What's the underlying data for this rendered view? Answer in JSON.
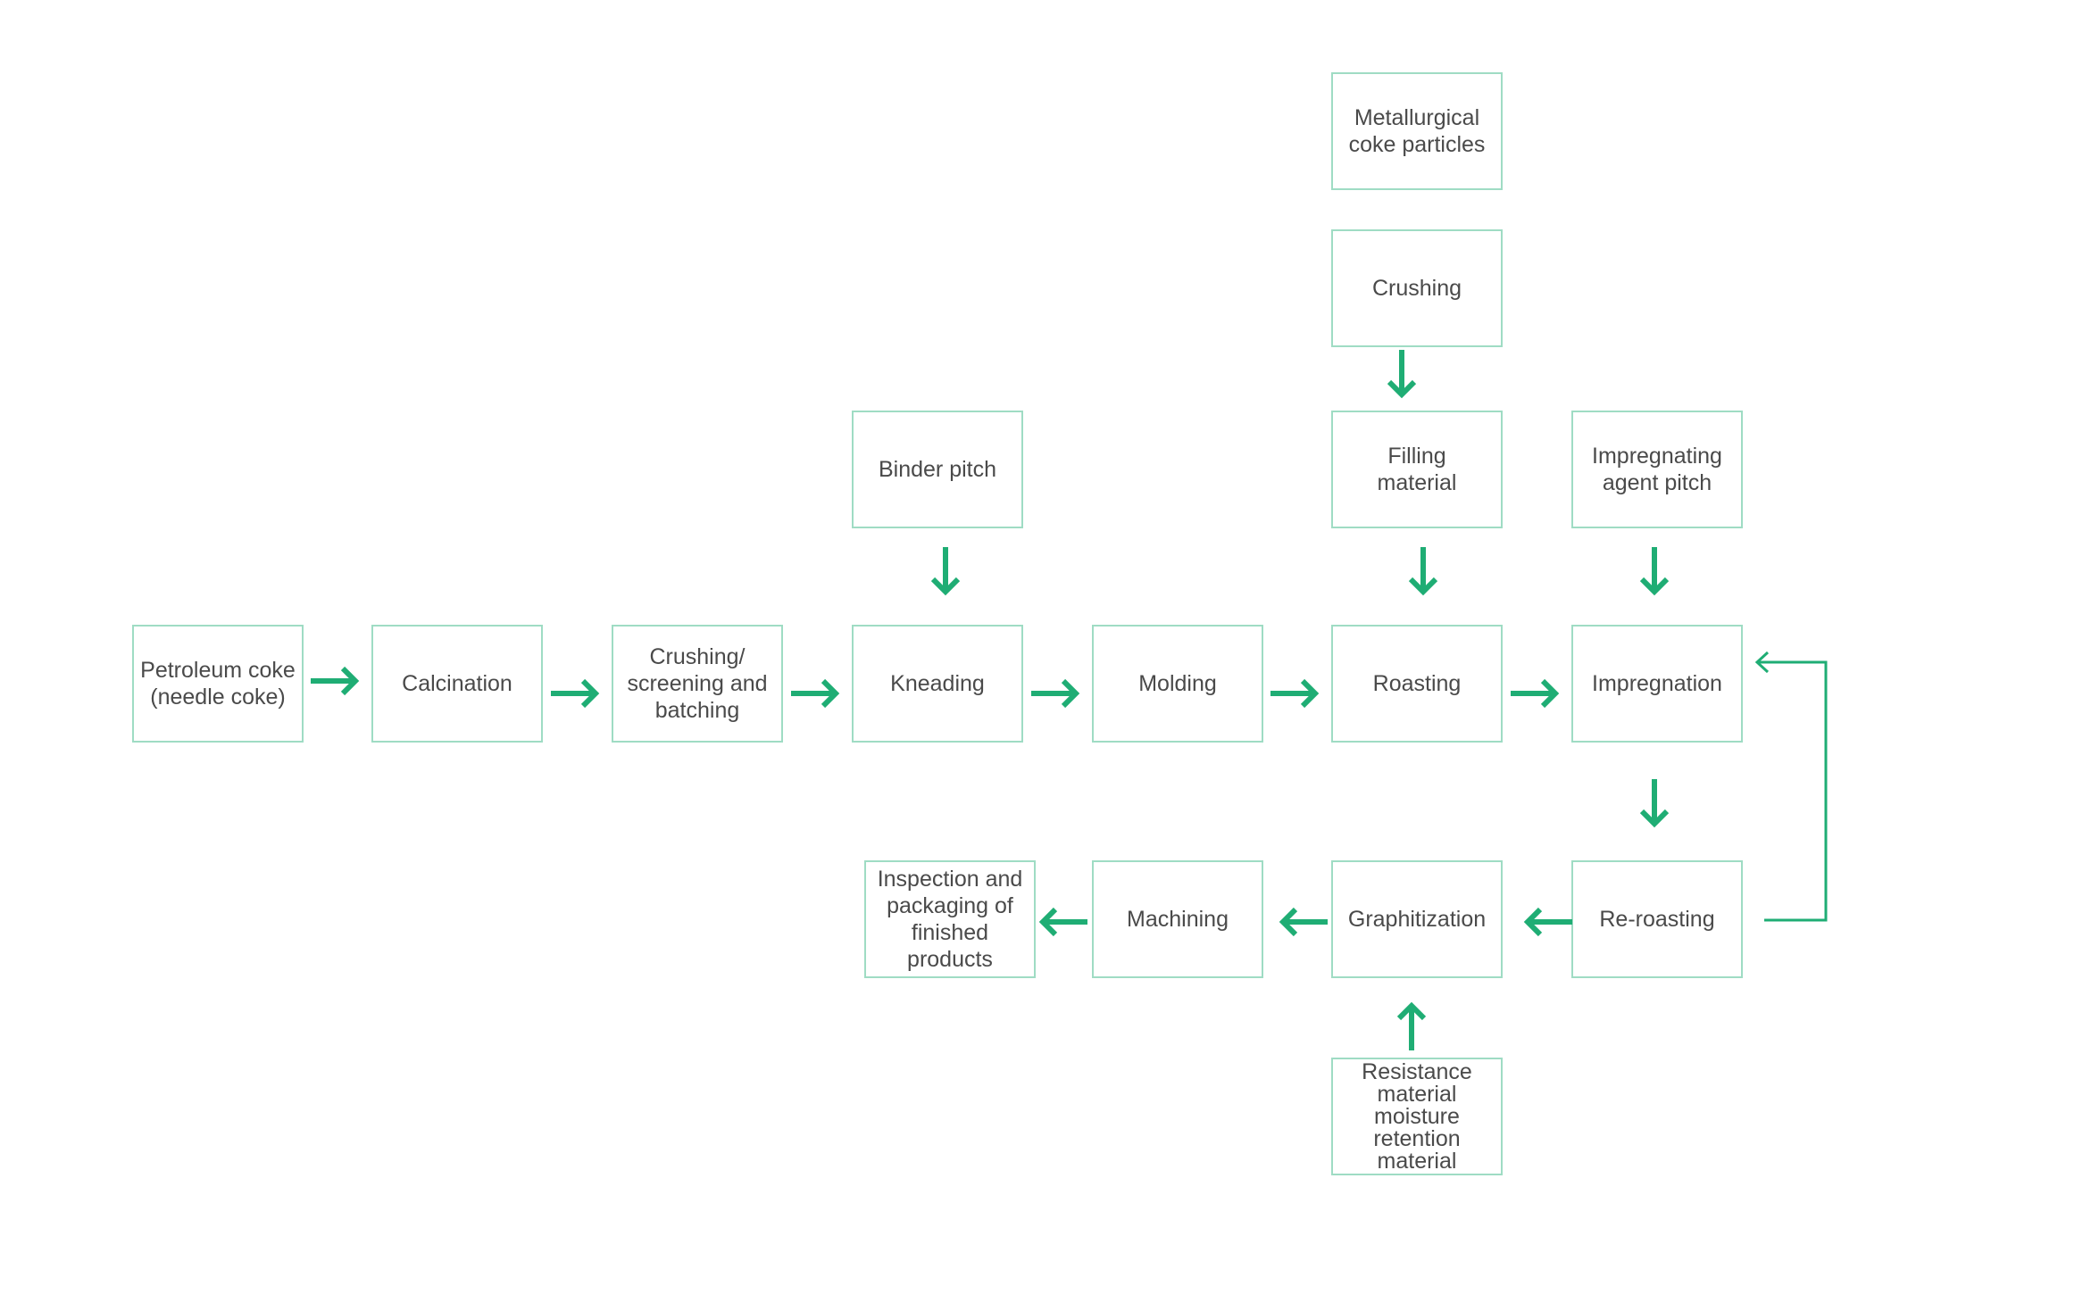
{
  "colors": {
    "arrow": "#1fad74",
    "box_border": "#9fdcc4",
    "text": "#4a4a4a"
  },
  "nodes": {
    "petroleum_coke": "Petroleum coke\n(needle coke)",
    "calcination": "Calcination",
    "crushing_screening": "Crushing/\nscreening and\nbatching",
    "kneading": "Kneading",
    "molding": "Molding",
    "roasting": "Roasting",
    "impregnation": "Impregnation",
    "binder_pitch": "Binder pitch",
    "metallurgical_coke": "Metallurgical\ncoke particles",
    "crushing": "Crushing",
    "filling_material": "Filling\nmaterial",
    "impregnating_pitch": "Impregnating\nagent pitch",
    "re_roasting": "Re-roasting",
    "graphitization": "Graphitization",
    "machining": "Machining",
    "inspection": "Inspection and\npackaging of\nfinished\nproducts",
    "resistance_material": "Resistance\nmaterial\nmoisture\nretention\nmaterial"
  }
}
